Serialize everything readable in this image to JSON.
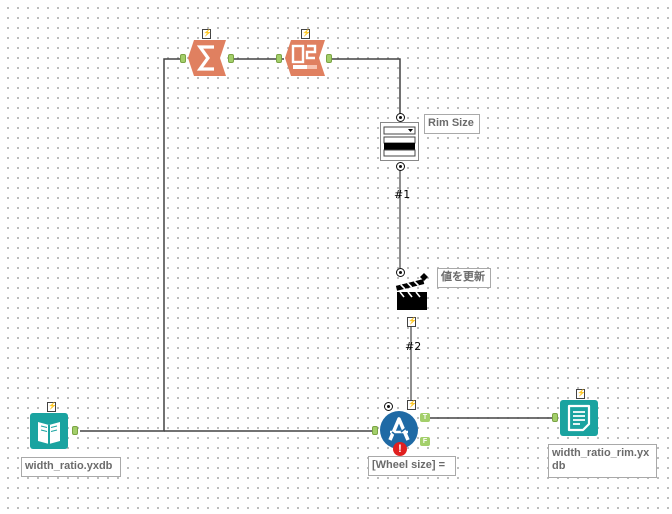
{
  "canvas": {
    "background": "#ffffff",
    "grid_dot_color": "#9a9a9a"
  },
  "colors": {
    "transform_tool": "#e08060",
    "io_tool": "#1aa3a0",
    "developer_tool": "#1f6aa5",
    "error": "#e02020",
    "anchor": "#a3cf6a"
  },
  "tools": {
    "input": {
      "icon": "book-icon",
      "label": "width_ratio.yxdb"
    },
    "summarize": {
      "icon": "sigma-icon"
    },
    "crosstab": {
      "icon": "crosstab-icon"
    },
    "dropdown": {
      "icon": "dropdown-icon",
      "label": "Rim Size"
    },
    "action": {
      "icon": "clapperboard-icon",
      "label": "値を更新"
    },
    "filter": {
      "icon": "filter-icon",
      "label": "[Wheel size] =",
      "true_anchor": "T",
      "false_anchor": "F",
      "error_mark": "!"
    },
    "output": {
      "icon": "document-icon",
      "label": "width_ratio_rim.yx\ndb"
    }
  },
  "connections": {
    "c1": "#1",
    "c2": "#2"
  },
  "badges": {
    "bolt": "⚡"
  }
}
